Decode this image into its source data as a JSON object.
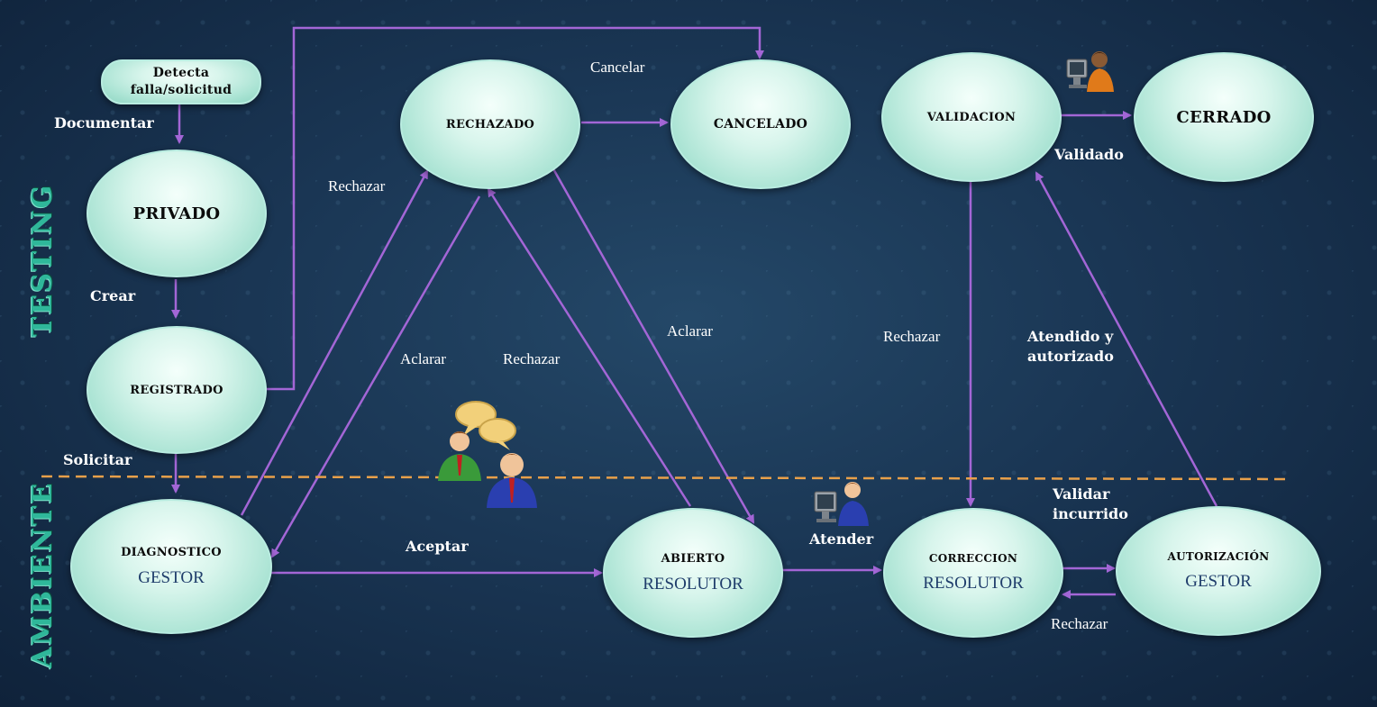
{
  "environments": {
    "testing": "TESTING",
    "ambiente": "AMBIENTE"
  },
  "nodes": {
    "start": "Detecta\nfalla/solicitud",
    "privado": "PRIVADO",
    "registrado": "REGISTRADO",
    "rechazado": "RECHAZADO",
    "cancelado": "CANCELADO",
    "validacion": "VALIDACION",
    "cerrado": "CERRADO",
    "diagnostico": {
      "title": "DIAGNOSTICO",
      "role": "GESTOR"
    },
    "abierto": {
      "title": "ABIERTO",
      "role": "RESOLUTOR"
    },
    "correccion": {
      "title": "CORRECCION",
      "role": "RESOLUTOR"
    },
    "autorizacion": {
      "title": "AUTORIZACIÓN",
      "role": "GESTOR"
    }
  },
  "labels": {
    "documentar": "Documentar",
    "crear": "Crear",
    "solicitar": "Solicitar",
    "rechazar_1": "Rechazar",
    "cancelar": "Cancelar",
    "aclarar_1": "Aclarar",
    "rechazar_2": "Rechazar",
    "aclarar_2": "Aclarar",
    "aceptar": "Aceptar",
    "atender": "Atender",
    "rechazar_3": "Rechazar",
    "atendido": "Atendido y\nautorizado",
    "validado": "Validado",
    "validar_incurrido": "Validar\nincurrido",
    "rechazar_4": "Rechazar"
  },
  "colors": {
    "arrow": "#a366d6",
    "divider": "#e8a04a",
    "node_fill": "#bdeee1",
    "role_text": "#1f3d6b"
  },
  "icons": {
    "meeting": "two-people-talking-icon",
    "worker_top": "person-at-computer-icon",
    "worker_mid": "person-at-computer-icon"
  }
}
